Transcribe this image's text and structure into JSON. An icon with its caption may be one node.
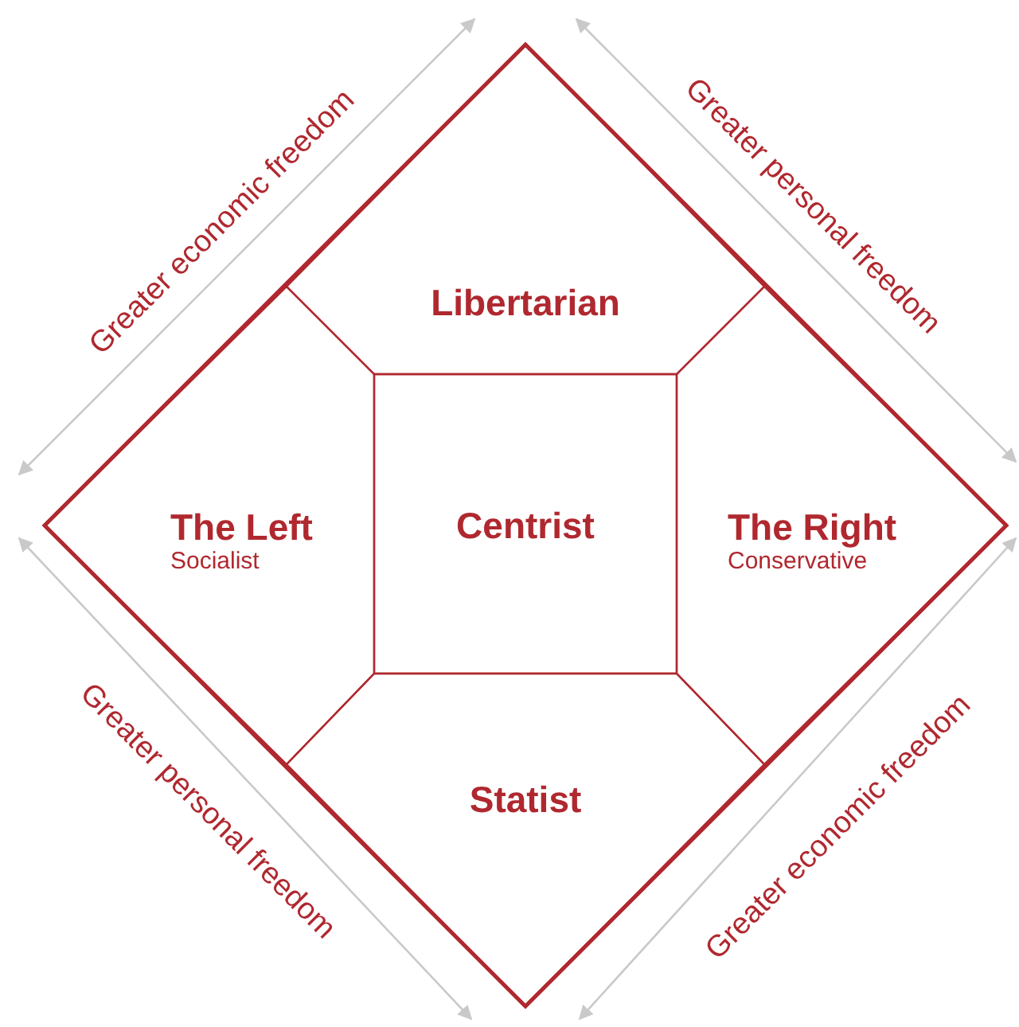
{
  "diagram": {
    "nodes": [
      {
        "text": [],
        "shape": "diamond"
      },
      {
        "text": [
          "Libertarian"
        ],
        "in": 0
      },
      {
        "text": [
          "The Left",
          "Socialist"
        ],
        "in": 0
      },
      {
        "text": [
          "Centrist"
        ],
        "in": 0
      },
      {
        "text": [
          "The Right",
          "Conservative"
        ],
        "in": 0
      },
      {
        "text": [
          "Statist"
        ],
        "in": 0
      }
    ],
    "edges": [],
    "labels": [
      "Greater economic freedom",
      "Greater personal freedom",
      "Greater personal freedom",
      "Greater economic freedom"
    ]
  }
}
